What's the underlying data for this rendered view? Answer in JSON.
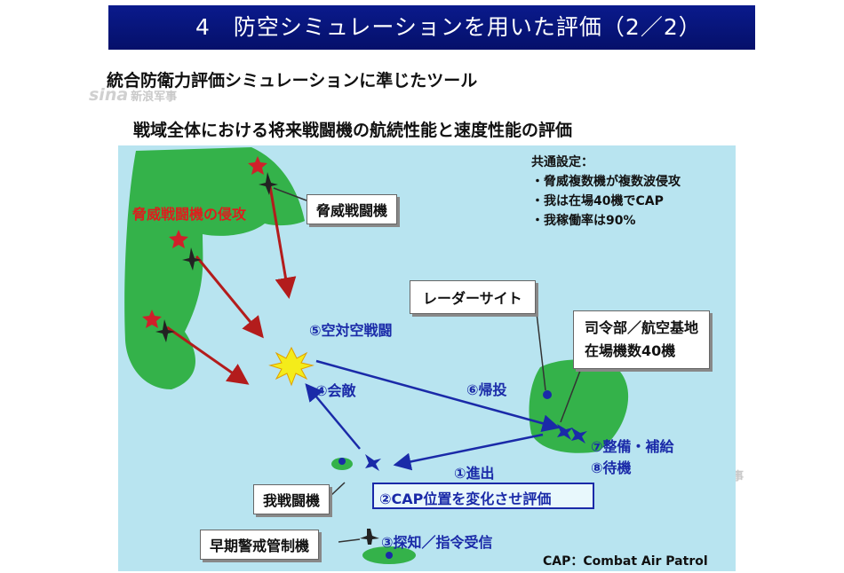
{
  "header": {
    "title": "4　防空シミュレーションを用いた評価（2／2）"
  },
  "subtitle": "統合防衛力評価シミュレーションに準じたツール",
  "heading": "戦域全体における将来戦闘機の航続性能と速度性能の評価",
  "watermark": {
    "logo": "sina",
    "text": "新浪军事"
  },
  "diagram": {
    "settings": {
      "title": "共通設定：",
      "items": [
        "・脅威複数機が複数波侵攻",
        "・我は在場40機でCAP",
        "・我稼働率は90%"
      ]
    },
    "threat_label": "脅威戦闘機の侵攻",
    "callouts": {
      "threat_fighter": "脅威戦闘機",
      "radar_site": "レーダーサイト",
      "command_line1": "司令部／航空基地",
      "command_line2": "在場機数40機",
      "our_fighter": "我戦闘機",
      "aew": "早期警戒管制機"
    },
    "steps": {
      "s1": "①進出",
      "s2": "②CAP位置を変化させ評価",
      "s3": "③探知／指令受信",
      "s4": "④会敵",
      "s5": "⑤空対空戦闘",
      "s6": "⑥帰投",
      "s7": "⑦整備・補給",
      "s8": "⑧待機"
    },
    "footnote": "CAP：Combat Air Patrol",
    "colors": {
      "sea": "#b8e4f0",
      "land": "#34b24a",
      "threat_arrow": "#b31c1c",
      "friendly_arrow": "#1a2aa8",
      "star": "#d0202a"
    }
  }
}
